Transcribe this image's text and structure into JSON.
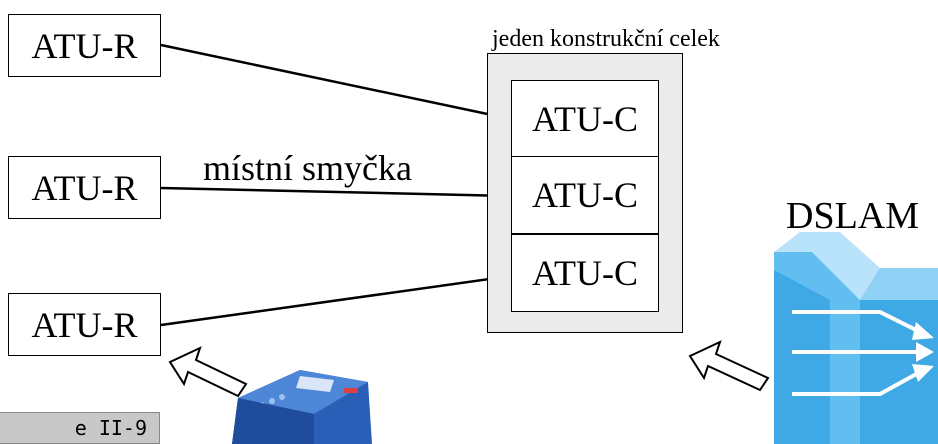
{
  "container": {
    "label": "jeden konstrukční celek"
  },
  "remote_units": [
    {
      "label": "ATU-R"
    },
    {
      "label": "ATU-R"
    },
    {
      "label": "ATU-R"
    }
  ],
  "central_units": [
    {
      "label": "ATU-C"
    },
    {
      "label": "ATU-C"
    },
    {
      "label": "ATU-C"
    }
  ],
  "loop_label": "místní smyčka",
  "dslam_label": "DSLAM",
  "slide_tag": "e II-9",
  "colors": {
    "container_fill": "#ebebeb",
    "dslam_front": "#3fa9e6",
    "dslam_top": "#b9e3fa",
    "modem_body": "#2a5fb8"
  },
  "icons": [
    "modem-icon",
    "dslam-icon",
    "hollow-arrow-icon"
  ]
}
